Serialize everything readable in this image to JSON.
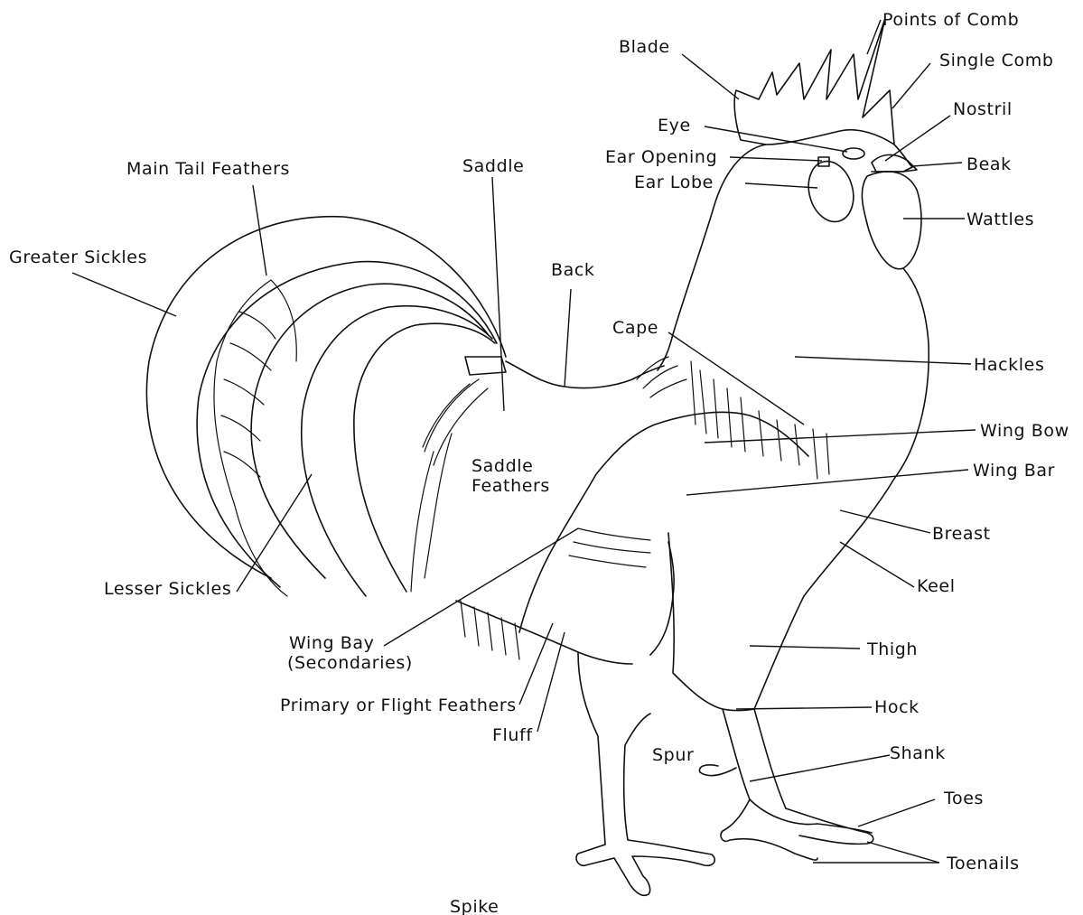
{
  "diagram": {
    "labels": {
      "points_of_comb": "Points of Comb",
      "blade": "Blade",
      "single_comb": "Single Comb",
      "nostril": "Nostril",
      "eye": "Eye",
      "ear_opening": "Ear Opening",
      "ear_lobe": "Ear Lobe",
      "beak": "Beak",
      "wattles": "Wattles",
      "main_tail_feathers": "Main Tail Feathers",
      "saddle": "Saddle",
      "greater_sickles": "Greater Sickles",
      "back": "Back",
      "cape": "Cape",
      "hackles": "Hackles",
      "wing_bow": "Wing Bow",
      "wing_bar": "Wing Bar",
      "saddle_feathers_1": "Saddle",
      "saddle_feathers_2": "Feathers",
      "breast": "Breast",
      "keel": "Keel",
      "lesser_sickles": "Lesser Sickles",
      "wing_bay_1": "Wing Bay",
      "wing_bay_2": "(Secondaries)",
      "thigh": "Thigh",
      "hock": "Hock",
      "primary_feathers": "Primary or Flight Feathers",
      "fluff": "Fluff",
      "spur": "Spur",
      "shank": "Shank",
      "toes": "Toes",
      "toenails": "Toenails",
      "spike": "Spike"
    }
  }
}
